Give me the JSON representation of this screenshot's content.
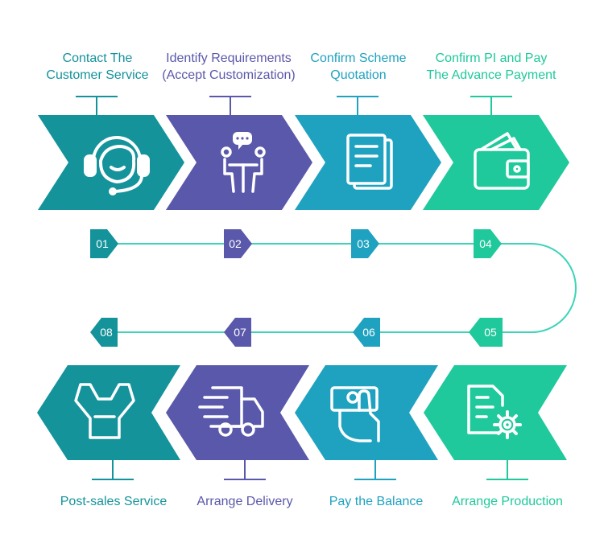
{
  "colors": {
    "teal_dark": "#14939b",
    "purple": "#5a58aa",
    "teal_mid": "#1fa2c0",
    "green": "#1fc99b",
    "connector": "#3ed3b8",
    "white": "#ffffff"
  },
  "steps_top": [
    {
      "line1": "Contact The",
      "line2": "Customer Service",
      "number": "01",
      "icon": "headset-agent-icon",
      "color": "#14939b"
    },
    {
      "line1": "Identify Requirements",
      "line2": "(Accept Customization)",
      "number": "02",
      "icon": "meeting-table-icon",
      "color": "#5a58aa"
    },
    {
      "line1": "Confirm Scheme",
      "line2": "Quotation",
      "number": "03",
      "icon": "document-icon",
      "color": "#1fa2c0"
    },
    {
      "line1": "Confirm PI and Pay",
      "line2": "The Advance Payment",
      "number": "04",
      "icon": "wallet-icon",
      "color": "#1fc99b"
    }
  ],
  "steps_bottom": [
    {
      "label": "Post-sales Service",
      "number": "08",
      "icon": "wrench-icon",
      "color": "#14939b"
    },
    {
      "label": "Arrange Delivery",
      "number": "07",
      "icon": "delivery-truck-icon",
      "color": "#5a58aa"
    },
    {
      "label": "Pay the Balance",
      "number": "06",
      "icon": "hand-money-icon",
      "color": "#1fa2c0"
    },
    {
      "label": "Arrange Production",
      "number": "05",
      "icon": "production-document-gear-icon",
      "color": "#1fc99b"
    }
  ]
}
